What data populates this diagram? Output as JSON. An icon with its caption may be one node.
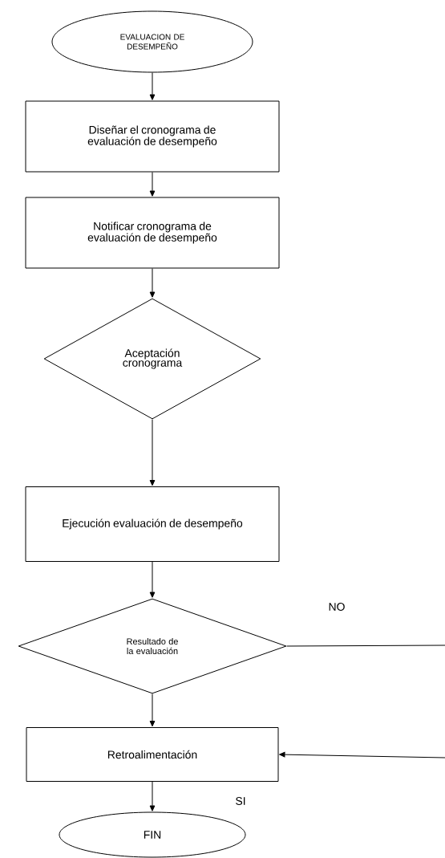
{
  "diagram": {
    "nodes": [
      {
        "text": [
          "EVALUACION DE DESEMPEÑO"
        ]
      },
      {
        "text": [
          "Diseñar el cronograma de evaluación de desempeño"
        ]
      },
      {
        "text": [
          "Notificar cronograma de evaluación de desempeño"
        ]
      },
      {
        "text": [
          "Aceptación cronograma"
        ]
      },
      {
        "text": [
          "Ejecución evaluación de desempeño"
        ]
      },
      {
        "text": [
          "Resultado de la evaluación"
        ]
      },
      {
        "text": [
          "Retroalimentación"
        ]
      },
      {
        "text": [
          "FIN"
        ]
      }
    ],
    "edges": [
      {
        "from": 0,
        "to": 1,
        "arrow": "to"
      },
      {
        "from": 1,
        "to": 2,
        "arrow": "to"
      },
      {
        "from": 2,
        "to": 3,
        "arrow": "to"
      },
      {
        "from": 3,
        "to": 4,
        "arrow": "to"
      },
      {
        "from": 4,
        "to": 5,
        "arrow": "to"
      },
      {
        "from": 5,
        "to": 6,
        "arrow": "to"
      },
      {
        "from": 6,
        "to": 7,
        "arrow": "to"
      },
      {
        "from": 5,
        "to": null,
        "arrow": "none",
        "label": "NO"
      },
      {
        "from": null,
        "to": 6,
        "arrow": "to"
      }
    ],
    "labels": [
      "SI"
    ]
  }
}
